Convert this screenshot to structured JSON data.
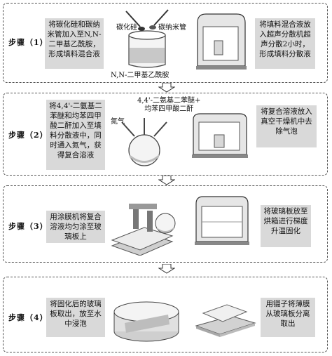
{
  "steps": [
    {
      "label": "步骤（1）",
      "left_text": "将碳化硅和碳纳米管加入至N,N-二甲基乙酰胺，形成填料混合液",
      "right_text": "将填料混合液放入超声分散机超声分散2小时，形成填料分散液"
    },
    {
      "label": "步骤（2）",
      "left_text": "将4,4'-二氨基二苯醚和均苯四甲酸二酐加入至填料分散液中，同时通入氮气，获得复合溶液",
      "right_text": "将复合溶液放入真空干燥机中去除气泡"
    },
    {
      "label": "步骤（3）",
      "left_text": "用涂膜机将复合溶液均匀涂至玻璃板上",
      "right_text": "将玻璃板放至烘箱进行梯度升温固化"
    },
    {
      "label": "步骤（4）",
      "left_text": "将固化后的玻璃板取出，放至水中浸泡",
      "right_text": "用镊子将薄膜从玻璃板分离取出"
    }
  ],
  "labels": {
    "sic": "碳化硅",
    "cnt": "碳纳米管",
    "dmac": "N,N-二甲基乙酰胺",
    "reagents": "4,4'-二氨基二苯醚+\n均苯四甲酸二酐",
    "nitrogen": "氮气"
  },
  "colors": {
    "box": "#d9d9d9",
    "border": "#555555"
  }
}
